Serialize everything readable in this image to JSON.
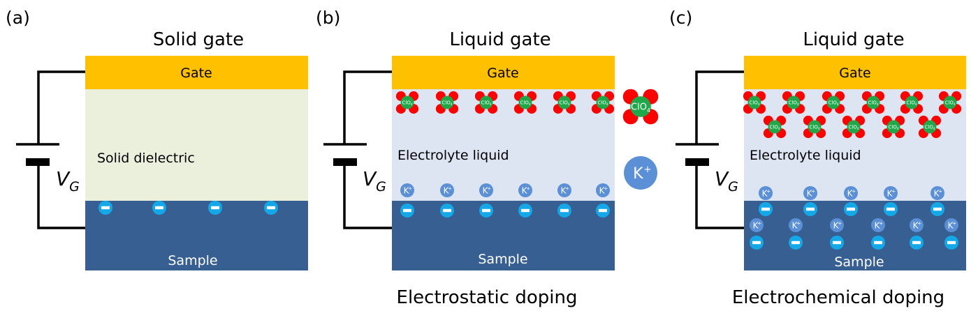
{
  "colors": {
    "gate": "#ffc000",
    "dielectric": "#ebf0dd",
    "electrolyte": "#dce5f1",
    "sample": "#375f92",
    "electron": "#14a8e8",
    "k_ion": "#5b8fd6",
    "oxygen": "#ff0000",
    "chlorine": "#1ea84a",
    "wire": "#000000"
  },
  "panels": [
    {
      "tag": "(a)",
      "title": "Solid gate",
      "gate_label": "Gate",
      "middle_label": "Solid dielectric",
      "sample_label": "Sample",
      "voltage_label": "V",
      "voltage_sub": "G",
      "caption": ""
    },
    {
      "tag": "(b)",
      "title": "Liquid gate",
      "gate_label": "Gate",
      "middle_label": "Electrolyte liquid",
      "sample_label": "Sample",
      "voltage_label": "V",
      "voltage_sub": "G",
      "caption": "Electrostatic doping"
    },
    {
      "tag": "(c)",
      "title": "Liquid gate",
      "gate_label": "Gate",
      "middle_label": "Electrolyte liquid",
      "sample_label": "Sample",
      "voltage_label": "V",
      "voltage_sub": "G",
      "caption": "Electrochemical doping"
    }
  ],
  "ions": {
    "anion_label": "ClO4",
    "anion_sub": "4",
    "anion_charge": "-",
    "cation_label": "K",
    "cation_charge": "+",
    "electron_symbol": "−"
  },
  "legend": {
    "anion": "ClO4⁻",
    "cation": "K⁺"
  },
  "counts": {
    "a_electrons": 4,
    "b_anions": 6,
    "b_cations": 6,
    "b_electrons": 6,
    "c_anions_row1": 6,
    "c_anions_row2": 5,
    "c_cations_surface": 5,
    "c_electrons_surface": 5,
    "c_cations_intercalated": 6,
    "c_electrons_intercalated": 6
  }
}
